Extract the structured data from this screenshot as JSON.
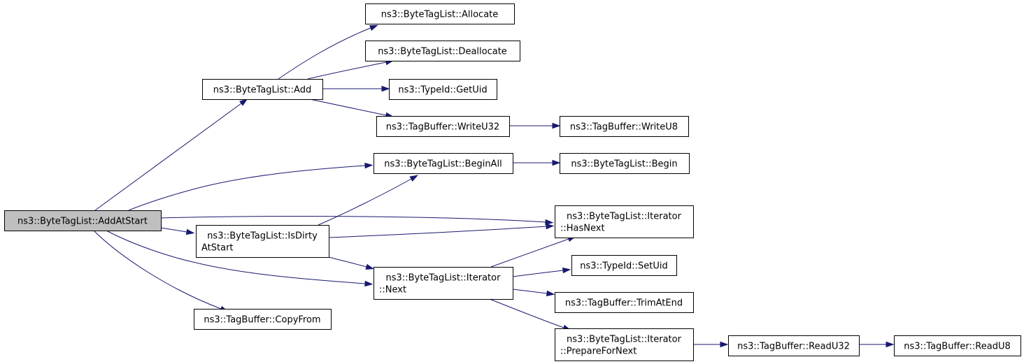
{
  "graph": {
    "nodes": [
      {
        "id": "add_at_start",
        "name": "node-add-at-start",
        "lines": [
          "ns3::ByteTagList::AddAtStart"
        ],
        "root": true
      },
      {
        "id": "add",
        "name": "node-add",
        "lines": [
          "ns3::ByteTagList::Add"
        ]
      },
      {
        "id": "allocate",
        "name": "node-allocate",
        "lines": [
          "ns3::ByteTagList::Allocate"
        ]
      },
      {
        "id": "deallocate",
        "name": "node-deallocate",
        "lines": [
          "ns3::ByteTagList::Deallocate"
        ]
      },
      {
        "id": "get_uid",
        "name": "node-get-uid",
        "lines": [
          "ns3::TypeId::GetUid"
        ]
      },
      {
        "id": "write_u32",
        "name": "node-write-u32",
        "lines": [
          "ns3::TagBuffer::WriteU32"
        ]
      },
      {
        "id": "write_u8",
        "name": "node-write-u8",
        "lines": [
          "ns3::TagBuffer::WriteU8"
        ]
      },
      {
        "id": "begin_all",
        "name": "node-begin-all",
        "lines": [
          "ns3::ByteTagList::BeginAll"
        ]
      },
      {
        "id": "begin",
        "name": "node-begin",
        "lines": [
          "ns3::ByteTagList::Begin"
        ]
      },
      {
        "id": "has_next",
        "name": "node-has-next",
        "lines": [
          "ns3::ByteTagList::Iterator",
          "::HasNext"
        ]
      },
      {
        "id": "is_dirty",
        "name": "node-is-dirty-at-start",
        "lines": [
          "ns3::ByteTagList::IsDirty",
          "AtStart"
        ]
      },
      {
        "id": "next",
        "name": "node-next",
        "lines": [
          "ns3::ByteTagList::Iterator",
          "::Next"
        ]
      },
      {
        "id": "set_uid",
        "name": "node-set-uid",
        "lines": [
          "ns3::TypeId::SetUid"
        ]
      },
      {
        "id": "trim_at_end",
        "name": "node-trim-at-end",
        "lines": [
          "ns3::TagBuffer::TrimAtEnd"
        ]
      },
      {
        "id": "prepare_for_next",
        "name": "node-prepare-for-next",
        "lines": [
          "ns3::ByteTagList::Iterator",
          "::PrepareForNext"
        ]
      },
      {
        "id": "read_u32",
        "name": "node-read-u32",
        "lines": [
          "ns3::TagBuffer::ReadU32"
        ]
      },
      {
        "id": "read_u8",
        "name": "node-read-u8",
        "lines": [
          "ns3::TagBuffer::ReadU8"
        ]
      },
      {
        "id": "copy_from",
        "name": "node-copy-from",
        "lines": [
          "ns3::TagBuffer::CopyFrom"
        ]
      }
    ],
    "edges": [
      {
        "from": "add_at_start",
        "to": "add"
      },
      {
        "from": "add_at_start",
        "to": "begin_all"
      },
      {
        "from": "add_at_start",
        "to": "has_next"
      },
      {
        "from": "add_at_start",
        "to": "is_dirty"
      },
      {
        "from": "add_at_start",
        "to": "next"
      },
      {
        "from": "add_at_start",
        "to": "copy_from"
      },
      {
        "from": "add",
        "to": "allocate"
      },
      {
        "from": "add",
        "to": "deallocate"
      },
      {
        "from": "add",
        "to": "get_uid"
      },
      {
        "from": "add",
        "to": "write_u32"
      },
      {
        "from": "write_u32",
        "to": "write_u8"
      },
      {
        "from": "begin_all",
        "to": "begin"
      },
      {
        "from": "is_dirty",
        "to": "begin_all"
      },
      {
        "from": "is_dirty",
        "to": "has_next"
      },
      {
        "from": "is_dirty",
        "to": "next"
      },
      {
        "from": "next",
        "to": "has_next"
      },
      {
        "from": "next",
        "to": "set_uid"
      },
      {
        "from": "next",
        "to": "trim_at_end"
      },
      {
        "from": "next",
        "to": "prepare_for_next"
      },
      {
        "from": "prepare_for_next",
        "to": "read_u32"
      },
      {
        "from": "read_u32",
        "to": "read_u8"
      }
    ],
    "colors": {
      "edge": "#191970",
      "root_fill": "#bfbfbf",
      "node_fill": "#ffffff",
      "border": "#000000"
    }
  }
}
